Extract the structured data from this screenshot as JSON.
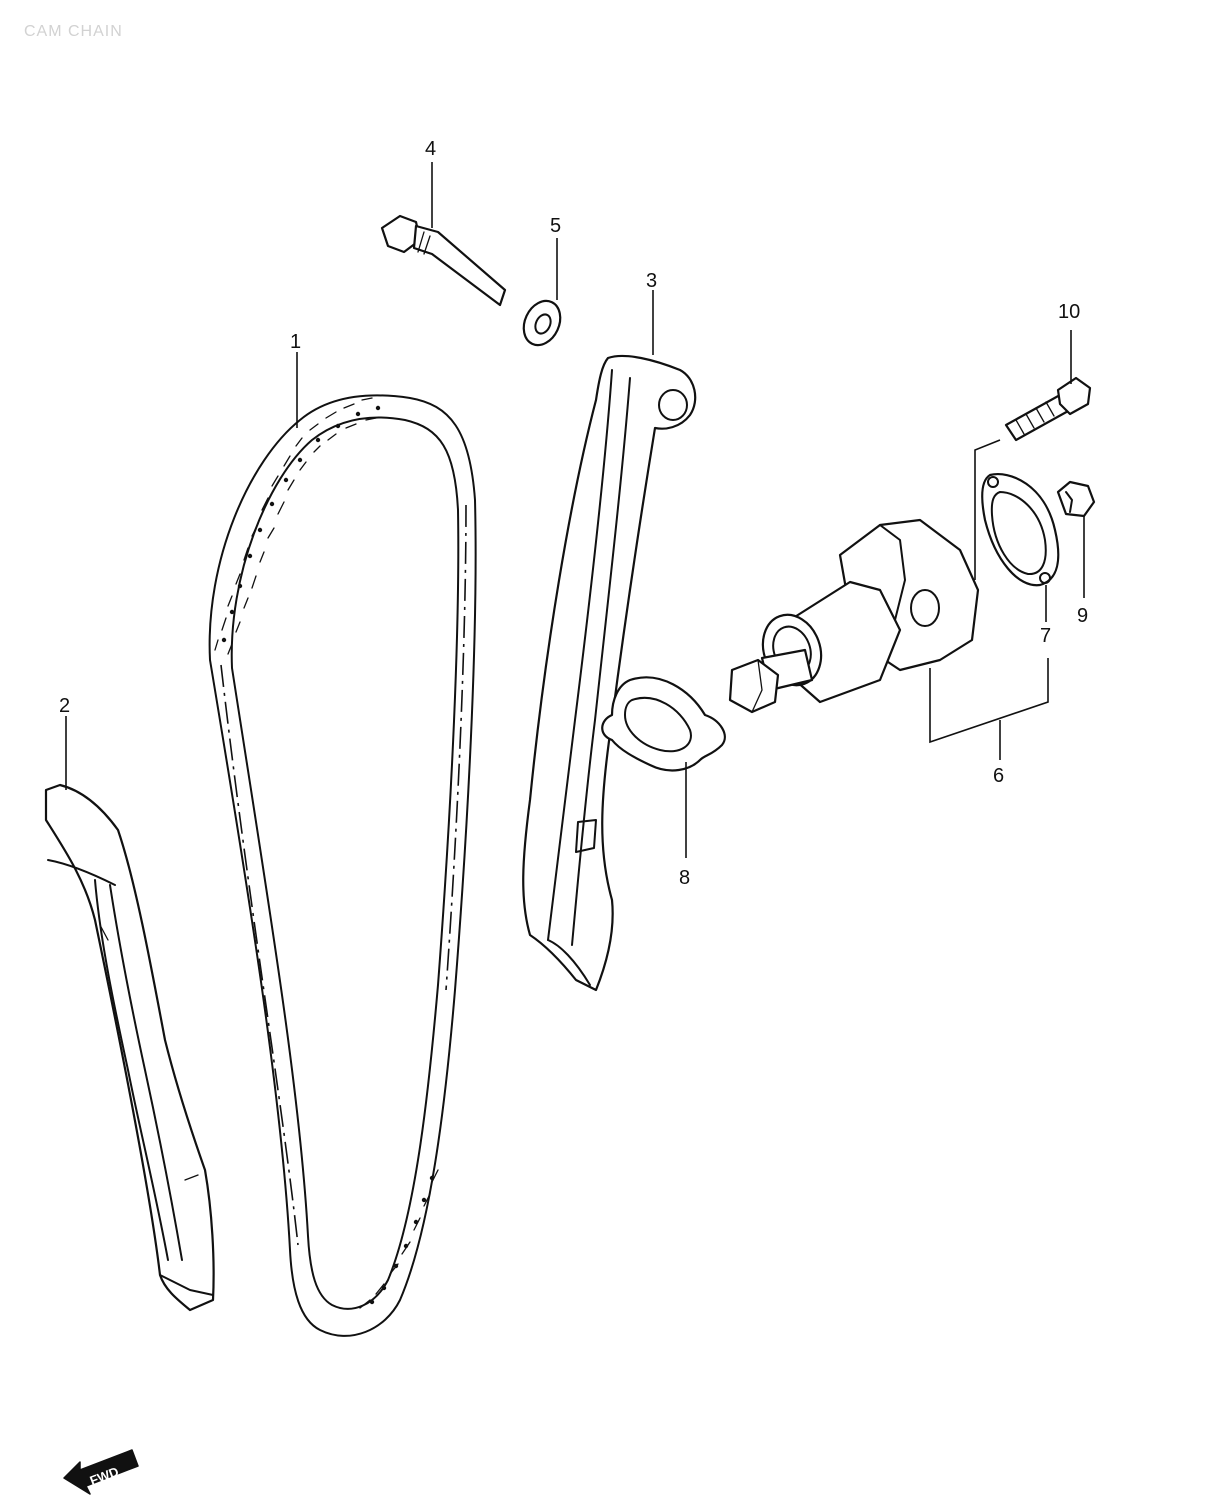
{
  "diagram": {
    "title": "CAM CHAIN",
    "fwd_label": "FWD",
    "callouts": {
      "c1": "1",
      "c2": "2",
      "c3": "3",
      "c4": "4",
      "c5": "5",
      "c6": "6",
      "c7": "7",
      "c8": "8",
      "c9": "9",
      "c10": "10"
    }
  }
}
